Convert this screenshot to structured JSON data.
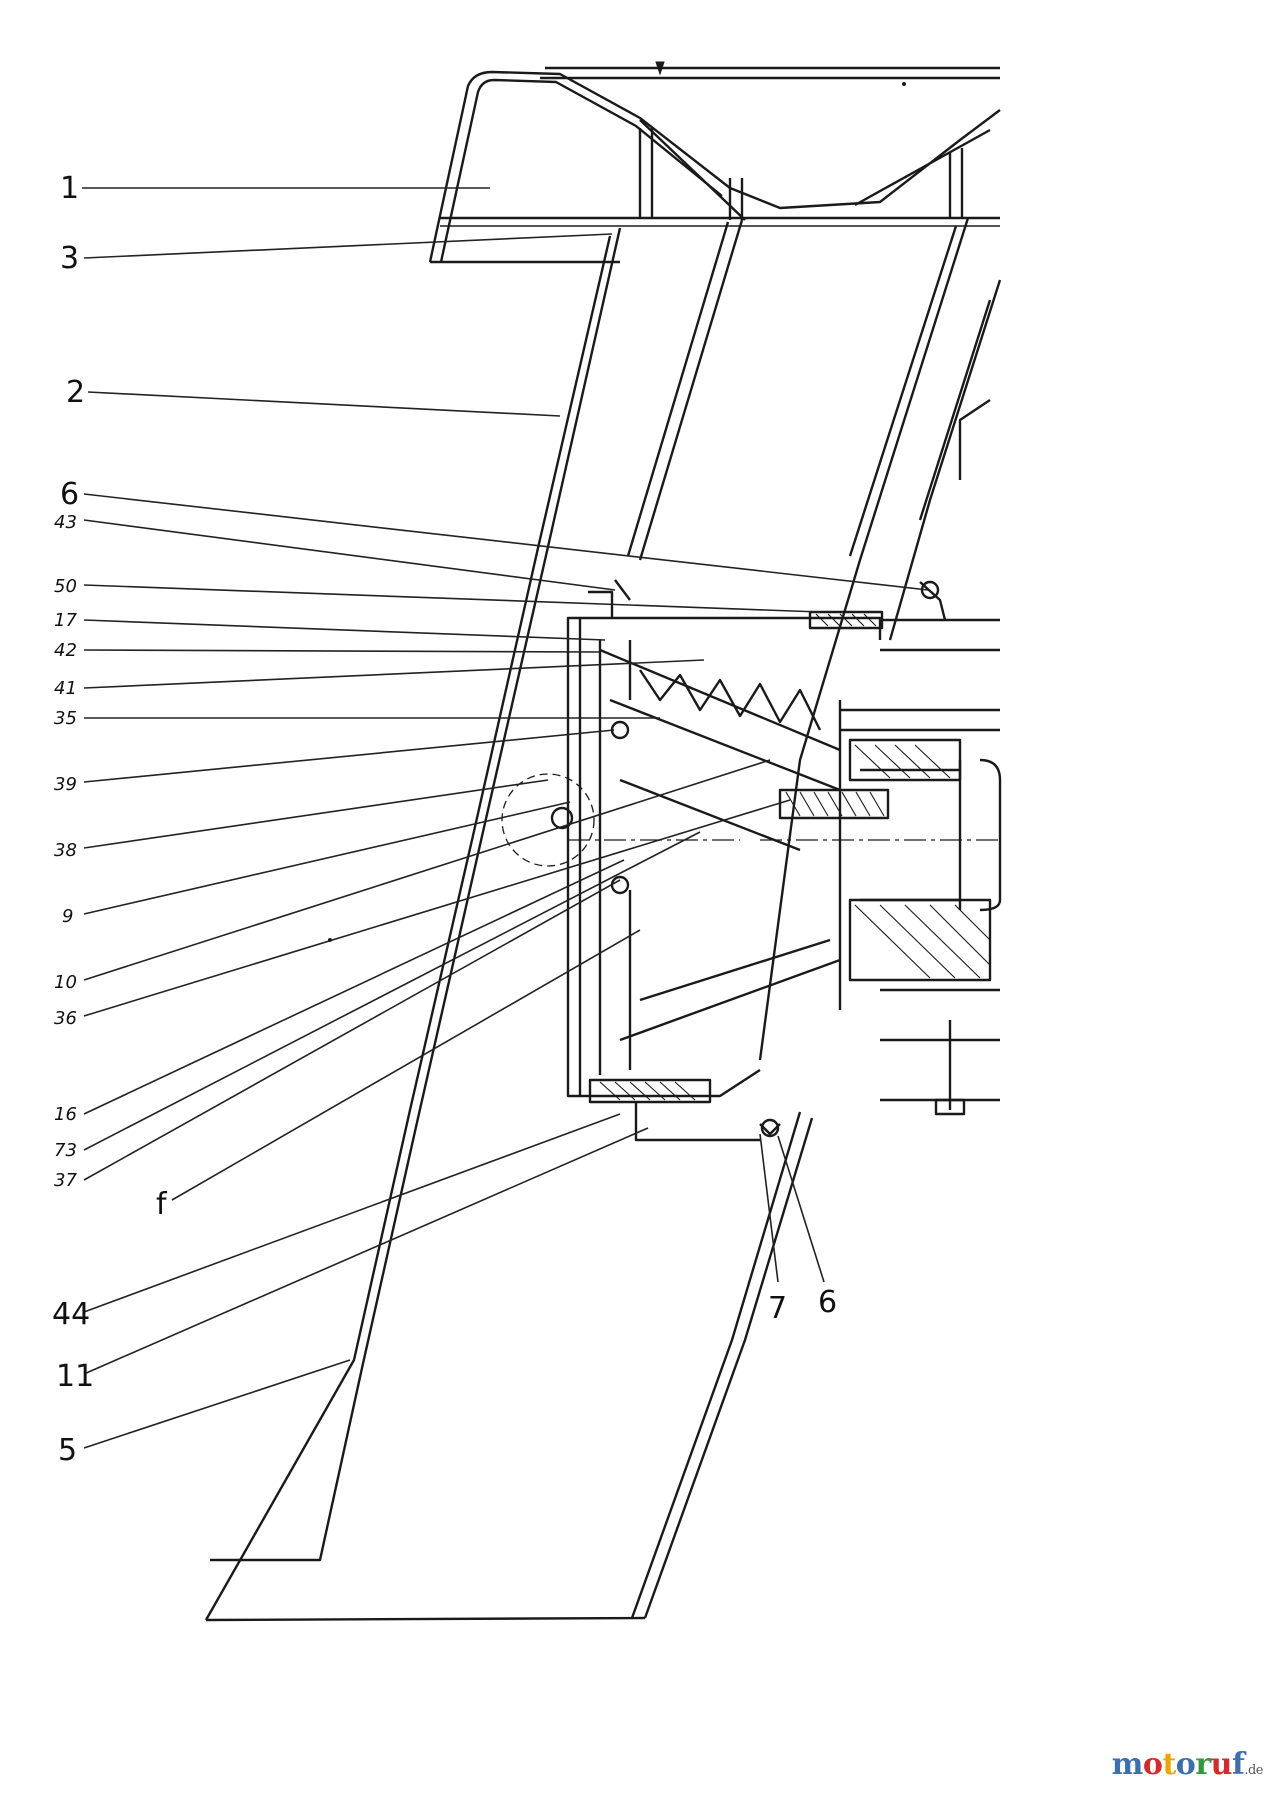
{
  "callouts": [
    {
      "label": "1"
    },
    {
      "label": "3"
    },
    {
      "label": "2"
    },
    {
      "label": "6"
    },
    {
      "label": "43"
    },
    {
      "label": "50"
    },
    {
      "label": "17"
    },
    {
      "label": "42"
    },
    {
      "label": "41"
    },
    {
      "label": "35"
    },
    {
      "label": "39"
    },
    {
      "label": "38"
    },
    {
      "label": "9"
    },
    {
      "label": "10"
    },
    {
      "label": "36"
    },
    {
      "label": "16"
    },
    {
      "label": "73"
    },
    {
      "label": "37"
    },
    {
      "label": "f"
    },
    {
      "label": "44"
    },
    {
      "label": "11"
    },
    {
      "label": "5"
    },
    {
      "label": "7"
    },
    {
      "label": "6"
    }
  ],
  "watermark": {
    "letters": [
      {
        "ch": "m",
        "color": "#3a6fb0"
      },
      {
        "ch": "o",
        "color": "#d8282a"
      },
      {
        "ch": "t",
        "color": "#f0a400"
      },
      {
        "ch": "o",
        "color": "#3a6fb0"
      },
      {
        "ch": "r",
        "color": "#2e9a3c"
      },
      {
        "ch": "u",
        "color": "#d8282a"
      },
      {
        "ch": "f",
        "color": "#3a6fb0"
      }
    ],
    "tld": ".de"
  }
}
